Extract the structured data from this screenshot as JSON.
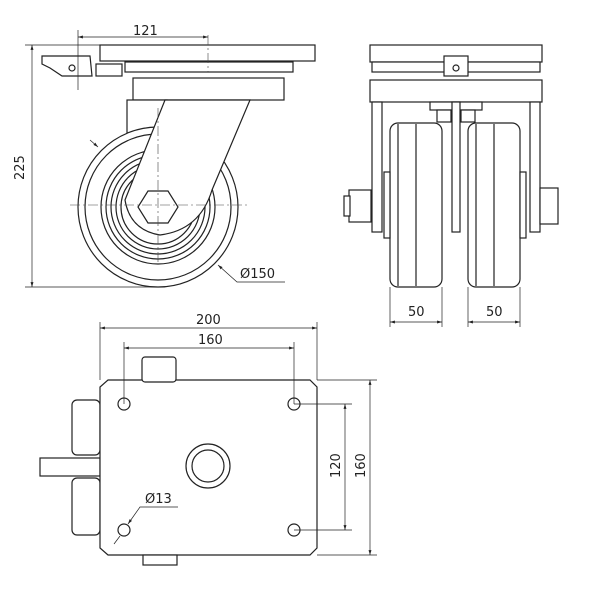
{
  "title": "Twin-wheel swivel castor with brake - technical drawing",
  "side_view": {
    "offset_label": "121",
    "height_label": "225",
    "wheel_diameter_label": "Ø150"
  },
  "front_view": {
    "wheel_width_left_label": "50",
    "wheel_width_right_label": "50"
  },
  "top_view": {
    "plate_length_label": "200",
    "hole_spacing_length_label": "160",
    "hole_spacing_width_label": "120",
    "plate_width_label": "160",
    "hole_diameter_label": "Ø13"
  },
  "colors": {
    "line": "#222222",
    "background": "#ffffff"
  }
}
